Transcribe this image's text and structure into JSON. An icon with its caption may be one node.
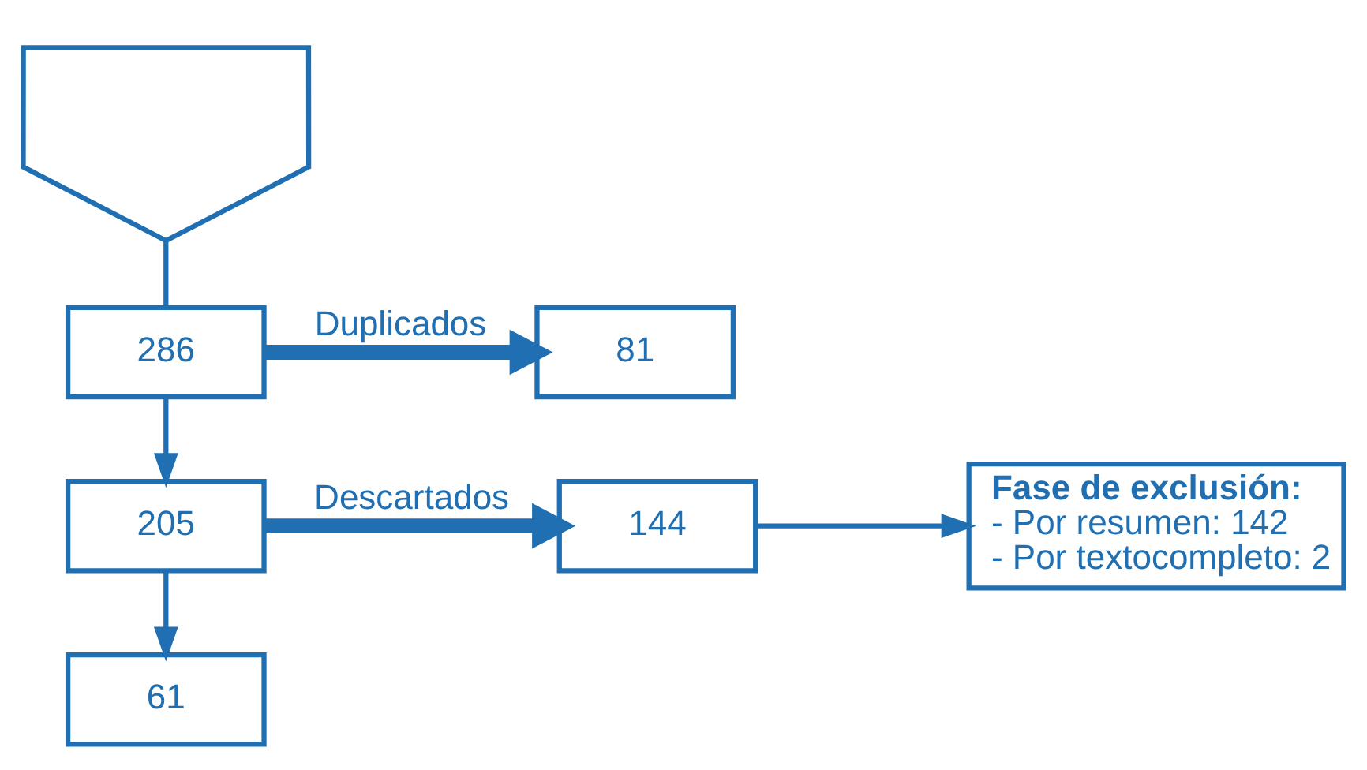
{
  "diagram": {
    "nodes": [
      {
        "text": [],
        "shape": "arrow"
      },
      {
        "text": [
          "286"
        ]
      },
      {
        "text": [
          "81"
        ]
      },
      {
        "text": [
          "205"
        ]
      },
      {
        "text": [
          "144"
        ]
      },
      {
        "text": [
          "Fase de exclusión:",
          "- Por resumen: 142",
          "- Por textocompleto: 2"
        ]
      },
      {
        "text": [
          "61"
        ]
      }
    ],
    "edges": [
      {
        "from": 0,
        "to": 1,
        "arrow": "none"
      },
      {
        "from": 1,
        "to": 2,
        "arrow": "to",
        "label": "Duplicados",
        "style": "thick"
      },
      {
        "from": 1,
        "to": 3,
        "arrow": "to"
      },
      {
        "from": 3,
        "to": 4,
        "arrow": "to",
        "label": "Descartados",
        "style": "thick"
      },
      {
        "from": 3,
        "to": 6,
        "arrow": "to"
      },
      {
        "from": 4,
        "to": 5,
        "arrow": "to"
      }
    ]
  }
}
